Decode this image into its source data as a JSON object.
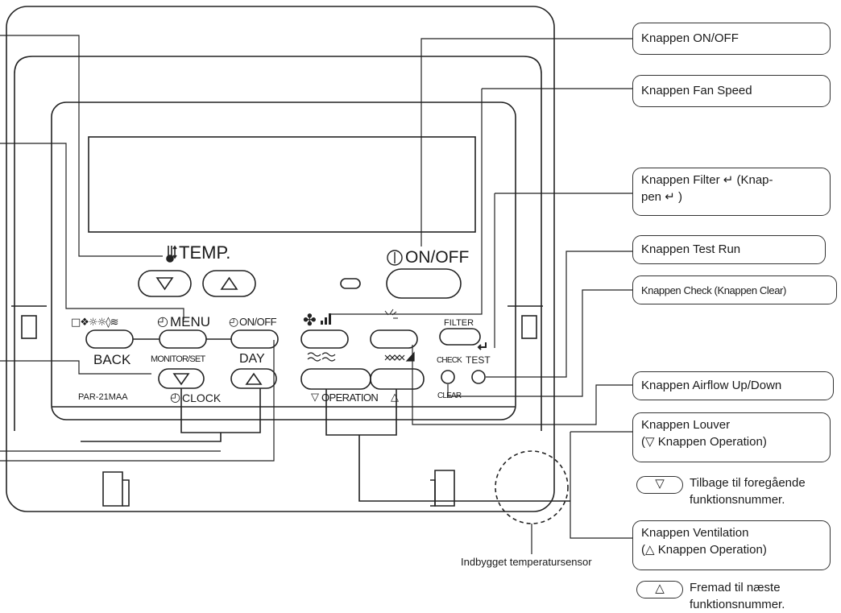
{
  "remote": {
    "temp_label": "TEMP.",
    "onoff_label": "ON/OFF",
    "mode_icons": "□❖☼☼◊≋",
    "menu_label": "MENU",
    "timer_onoff_label": "ON/OFF",
    "filter_label": "FILTER",
    "back_label": "BACK",
    "monitor_set_label": "MONITOR/SET",
    "day_label": "DAY",
    "check_label": "CHECK",
    "test_label": "TEST",
    "clear_label": "CLEAR",
    "clock_label": "CLOCK",
    "operation_label": "OPERATION",
    "model_label": "PAR-21MAA"
  },
  "callouts": {
    "on_off": "Knappen ON/OFF",
    "fan_speed": "Knappen Fan Speed",
    "filter_line1": "Knappen Filter",
    "filter_line1b": "(Knap-",
    "filter_line2": "pen",
    "filter_line2b": ")",
    "test_run": "Knappen Test Run",
    "check": "Knappen Check (Knappen Clear)",
    "airflow": "Knappen Airflow Up/Down",
    "louver_line1": "Knappen Louver",
    "louver_line2": "Knappen Operation)",
    "back_note_line1": "Tilbage til foregående",
    "back_note_line2": "funktionsnummer.",
    "ventilation_line1": "Knappen Ventilation",
    "ventilation_line2": "Knappen Operation)",
    "forward_note_line1": "Fremad til næste",
    "forward_note_line2": "funktionsnummer."
  },
  "sensor_label": "Indbygget temperatursensor",
  "icons": [
    "thermometer-icon",
    "power-icon",
    "fan-speed-icon",
    "louver-icon",
    "airflow-icon",
    "ventilation-icon",
    "enter-icon",
    "clock-icon",
    "timer-icon",
    "triangle-down-icon",
    "triangle-up-icon"
  ]
}
